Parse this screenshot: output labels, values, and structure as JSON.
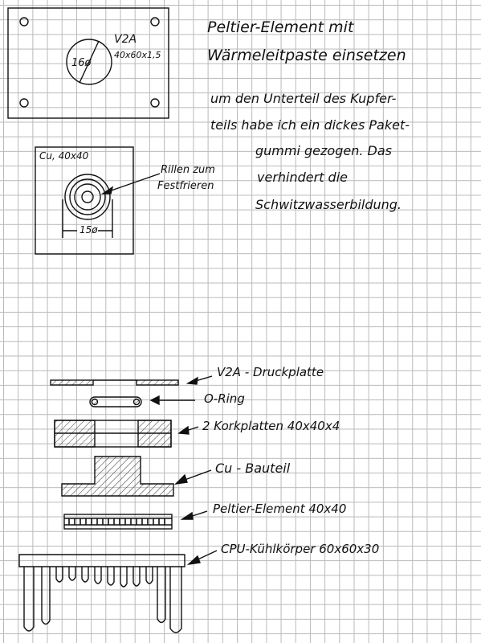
{
  "notes": {
    "title_line1": "Peltier-Element mit",
    "title_line2": "Wärmeleitpaste einsetzen",
    "body_line1": "um den Unterteil des Kupfer-",
    "body_line2": "teils habe ich ein dickes Paket-",
    "body_line3": "gummi gezogen. Das",
    "body_line4": "verhindert die",
    "body_line5": "Schwitzwasserbildung."
  },
  "top_plate": {
    "material": "V2A",
    "dimensions": "40x60x1,5",
    "hole_diameter": "16ø"
  },
  "cu_plate": {
    "material": "Cu, 40x40",
    "grooves_label_line1": "Rillen zum",
    "grooves_label_line2": "Festfrieren",
    "dimension": "15ø"
  },
  "stack_labels": {
    "pressure_plate": "V2A - Druckplatte",
    "o_ring": "O-Ring",
    "cork_plates": "2 Korkplatten 40x40x4",
    "cu_part": "Cu - Bauteil",
    "peltier": "Peltier-Element 40x40",
    "heatsink": "CPU-Kühlkörper 60x60x30"
  },
  "colors": {
    "ink": "#111111",
    "grid": "#b9b9b9",
    "paper": "#ffffff"
  }
}
